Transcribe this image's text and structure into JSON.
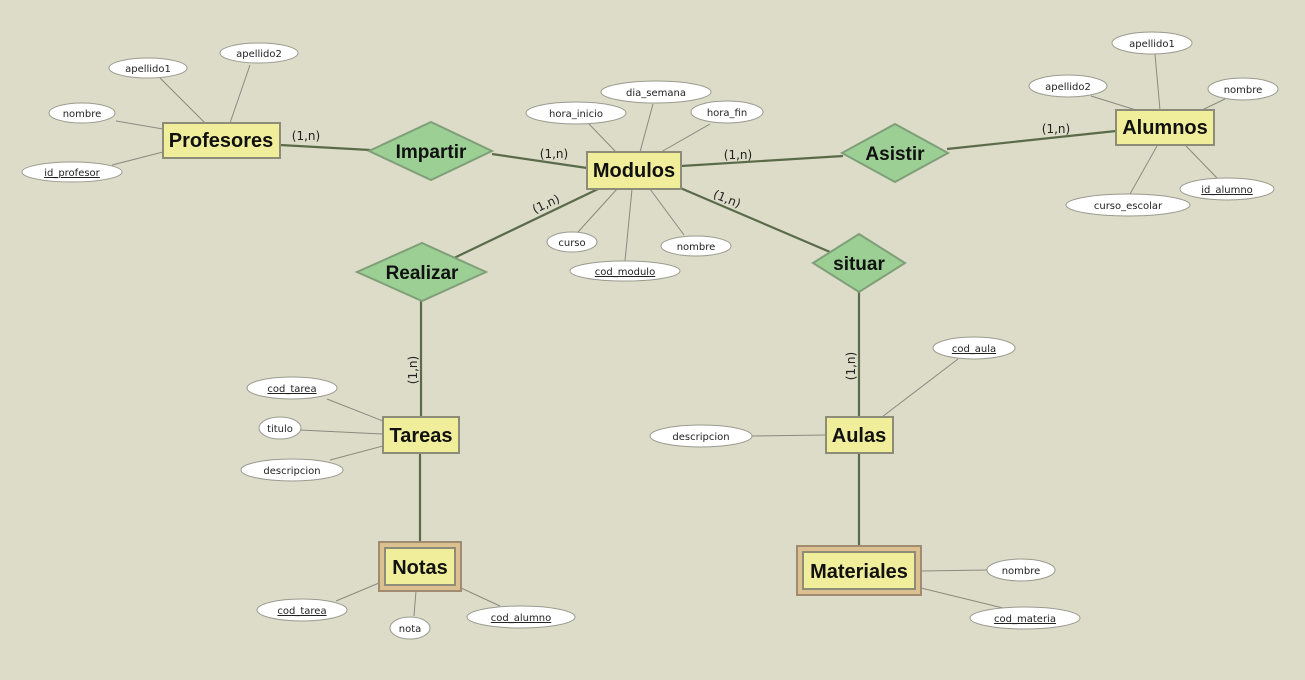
{
  "colors": {
    "background": "#dcdcc8",
    "entity_fill": "#f0ee9a",
    "entity_stroke": "#8c8c78",
    "weak_outer_fill": "#dcc090",
    "weak_outer_stroke": "#a08c70",
    "relation_fill": "#9ccf94",
    "relation_stroke": "#7f9f79"
  },
  "entities": {
    "profesores": "Profesores",
    "modulos": "Modulos",
    "alumnos": "Alumnos",
    "tareas": "Tareas",
    "aulas": "Aulas",
    "notas": "Notas",
    "materiales": "Materiales"
  },
  "relationships": {
    "impartir": "Impartir",
    "asistir": "Asistir",
    "realizar": "Realizar",
    "situar": "situar"
  },
  "cardinalities": {
    "profesores_impartir": "(1,n)",
    "impartir_modulos": "(1,n)",
    "modulos_asistir": "(1,n)",
    "asistir_alumnos": "(1,n)",
    "modulos_realizar": "(1,n)",
    "modulos_situar": "(1,n)",
    "realizar_tareas": "(1,n)",
    "situar_aulas": "(1,n)"
  },
  "attributes": {
    "profesores": {
      "apellido1": "apellido1",
      "apellido2": "apellido2",
      "nombre": "nombre",
      "id_profesor": "id_profesor"
    },
    "modulos": {
      "dia_semana": "dia_semana",
      "hora_inicio": "hora_inicio",
      "hora_fin": "hora_fin",
      "curso": "curso",
      "cod_modulo": "cod_modulo",
      "nombre": "nombre"
    },
    "alumnos": {
      "apellido1": "apellido1",
      "apellido2": "apellido2",
      "nombre": "nombre",
      "id_alumno": "id_alumno",
      "curso_escolar": "curso_escolar"
    },
    "tareas": {
      "cod_tarea": "cod_tarea",
      "titulo": "titulo",
      "descripcion": "descripcion"
    },
    "aulas": {
      "cod_aula": "cod_aula",
      "descripcion": "descripcion"
    },
    "notas": {
      "cod_tarea": "cod_tarea",
      "nota": "nota",
      "cod_alumno": "cod_alumno"
    },
    "materiales": {
      "nombre": "nombre",
      "cod_materia": "cod_materia"
    }
  }
}
